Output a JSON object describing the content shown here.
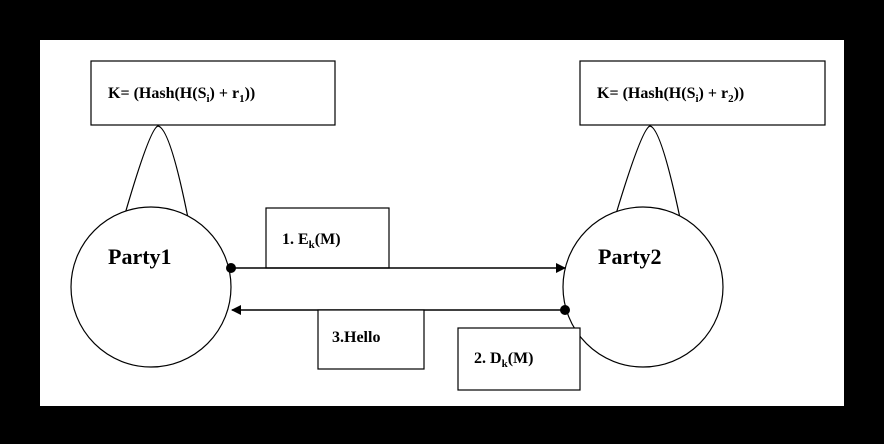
{
  "colors": {
    "background": "#000000",
    "panel": "#ffffff",
    "stroke": "#000000"
  },
  "party1": {
    "label": "Party1",
    "key": {
      "prefix": "K= (Hash(H(S",
      "sub1": "i",
      "mid": ") + r",
      "sub2": "1",
      "suffix": "))"
    }
  },
  "party2": {
    "label": "Party2",
    "key": {
      "prefix": "K= (Hash(H(S",
      "sub1": "i",
      "mid": ") + r",
      "sub2": "2",
      "suffix": "))"
    }
  },
  "messages": {
    "m1": {
      "prefix": "1. E",
      "sub": "k",
      "suffix": "(M)"
    },
    "m2": {
      "prefix": "2. D",
      "sub": "k",
      "suffix": "(M)"
    },
    "m3": {
      "label": "3.Hello"
    }
  }
}
